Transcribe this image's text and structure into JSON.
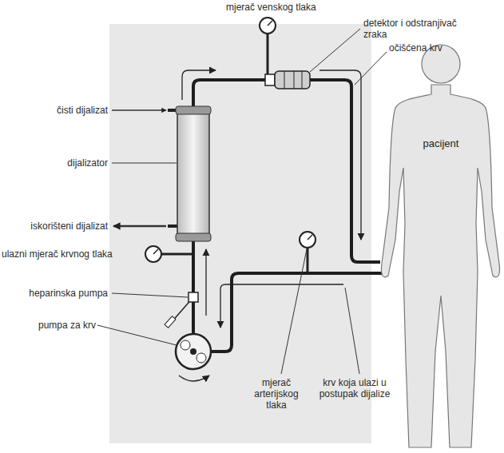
{
  "diagram": {
    "nodes": [
      {
        "text": [
          "pacijent"
        ]
      }
    ],
    "labels": [
      "mjerač venskog tlaka",
      "detektor i odstranjivač zraka",
      "očišćena krv",
      "čisti dijalizat",
      "dijalizator",
      "iskorišteni dijalizat",
      "ulazni mjerač krvnog tlaka",
      "heparinska pumpa",
      "pumpa za krv",
      "mjerač arterijskog tlaka",
      "krv koja ulazi u postupak dijalize"
    ]
  }
}
